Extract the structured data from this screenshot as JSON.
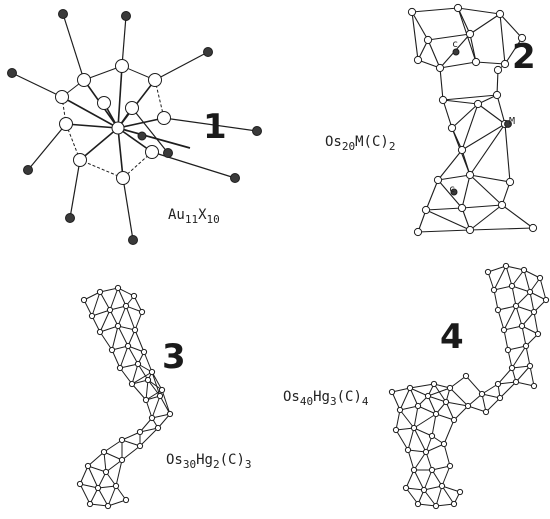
{
  "figure": {
    "panels": [
      {
        "number": "1",
        "formula": {
          "main": "Au",
          "sub1": "11",
          "el2": "X",
          "sub2": "10",
          "tail": ""
        }
      },
      {
        "number": "2",
        "formula": {
          "main": "Os",
          "sub1": "20",
          "el2": "M(C)",
          "sub2": "2",
          "tail": ""
        },
        "atom_label": "M",
        "carbon_labels": [
          "c",
          "c"
        ]
      },
      {
        "number": "3",
        "formula": {
          "main": "Os",
          "sub1": "30",
          "el2": "Hg",
          "sub2": "2",
          "el3": "(C)",
          "sub3": "3"
        }
      },
      {
        "number": "4",
        "formula": {
          "main": "Os",
          "sub1": "40",
          "el2": "Hg",
          "sub2": "3",
          "el3": "(C)",
          "sub3": "4"
        }
      }
    ]
  },
  "colors": {
    "ink": "#1e1e1e",
    "background": "#ffffff",
    "atom_fill_dark": "#3a3a3a",
    "atom_fill_light": "#ffffff"
  }
}
